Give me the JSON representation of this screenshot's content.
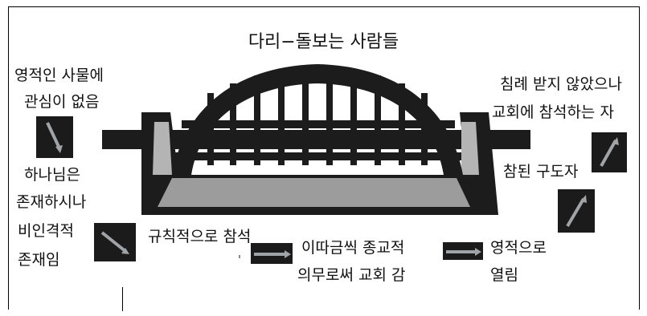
{
  "diagram": {
    "title": "다리−돌보는 사람들",
    "labels": {
      "spiritual_no_interest": [
        "영적인 사물에",
        "관심이 없음"
      ],
      "god_impersonal": [
        "하나님은",
        "존재하시나",
        "비인격적",
        "존재임"
      ],
      "regular_attendance": "규칙적으로 참석",
      "occasional_duty": [
        "이따금씩 종교적",
        "의무로써 교회 감"
      ],
      "spiritually_open": [
        "영적으로",
        "열림"
      ],
      "unbaptized_attending": [
        "침례 받지 않았으나",
        "교회에 참석하는 자"
      ],
      "true_seeker": "참된 구도자"
    },
    "colors": {
      "bridge": "#1c1c1c",
      "pier": "#b4b4b4",
      "water": "#9c9c9c",
      "arrow_panel": "#1b1b1b",
      "arrow": "#9fa4a8"
    },
    "icons": [
      "arrow-down-right-icon",
      "arrow-down-right-icon",
      "arrow-right-icon",
      "arrow-right-icon",
      "arrow-up-right-icon",
      "arrow-up-right-icon"
    ]
  }
}
